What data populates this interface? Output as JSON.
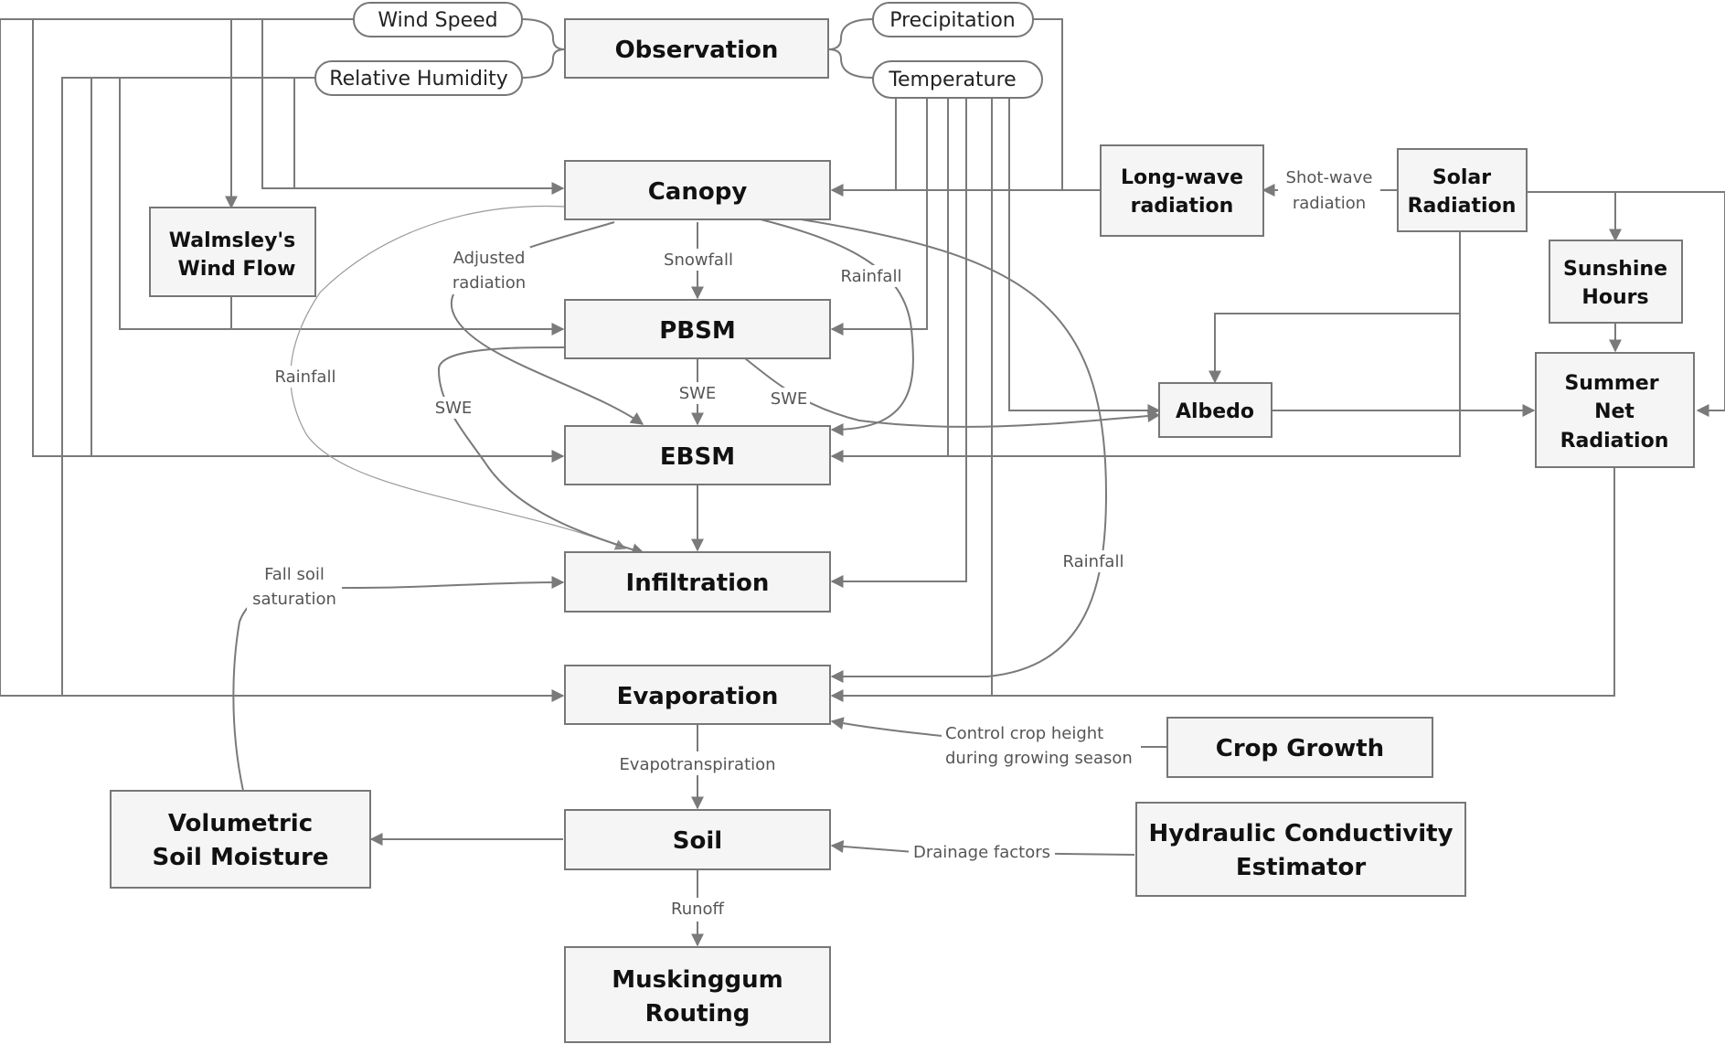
{
  "nodes": {
    "observation": "Observation",
    "canopy": "Canopy",
    "walmsley_line1": "Walmsley's",
    "walmsley_line2": "Wind Flow",
    "pbsm": "PBSM",
    "ebsm": "EBSM",
    "infiltration": "Infiltration",
    "evaporation": "Evaporation",
    "soil": "Soil",
    "muskingum_line1": "Muskinggum",
    "muskingum_line2": "Routing",
    "volumetric_line1": "Volumetric",
    "volumetric_line2": "Soil Moisture",
    "crop_growth": "Crop Growth",
    "hydraulic_line1": "Hydraulic Conductivity",
    "hydraulic_line2": "Estimator",
    "longwave_line1": "Long-wave",
    "longwave_line2": "radiation",
    "solar_line1": "Solar",
    "solar_line2": "Radiation",
    "sunshine_line1": "Sunshine",
    "sunshine_line2": "Hours",
    "albedo": "Albedo",
    "summer_line1": "Summer",
    "summer_line2": "Net",
    "summer_line3": "Radiation"
  },
  "inputs": {
    "wind_speed": "Wind Speed",
    "relative_humidity": "Relative Humidity",
    "precipitation": "Precipitation",
    "temperature": "Temperature"
  },
  "edge_labels": {
    "snowfall": "Snowfall",
    "adjusted_line1": "Adjusted",
    "adjusted_line2": "radiation",
    "rainfall_canopy_pbsm": "Rainfall",
    "rainfall_left": "Rainfall",
    "rainfall_right": "Rainfall",
    "swe_left": "SWE",
    "swe_center": "SWE",
    "swe_right": "SWE",
    "shortwave_line1": "Shot-wave",
    "shortwave_line2": "radiation",
    "fall_soil_line1": "Fall soil",
    "fall_soil_line2": "saturation",
    "evapotranspiration": "Evapotranspiration",
    "control_line1": "Control crop height",
    "control_line2": "during growing season",
    "drainage": "Drainage factors",
    "runoff": "Runoff"
  }
}
